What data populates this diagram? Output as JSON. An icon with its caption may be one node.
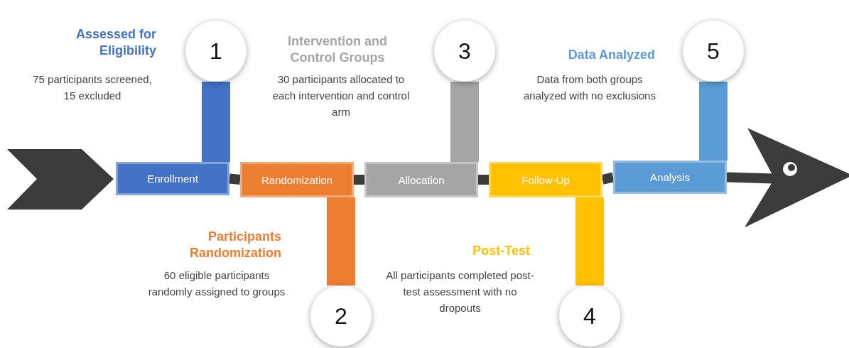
{
  "diagram": {
    "nodes": [
      {
        "text": [
          "Enrollment"
        ]
      },
      {
        "text": [
          "Randomization"
        ]
      },
      {
        "text": [
          "Allocation"
        ]
      },
      {
        "text": [
          "Follow-Up"
        ]
      },
      {
        "text": [
          "Analysis"
        ]
      },
      {
        "text": [
          "1"
        ],
        "beside": [
          "Assessed for Eligibility",
          "75 participants screened, 15 excluded"
        ]
      },
      {
        "text": [
          "2"
        ],
        "beside": [
          "Participants Randomization",
          "60 eligible participants randomly assigned to groups"
        ]
      },
      {
        "text": [
          "3"
        ],
        "beside": [
          "Intervention and Control Groups",
          "30 participants allocated to each intervention and control arm"
        ]
      },
      {
        "text": [
          "4"
        ],
        "beside": [
          "Post-Test",
          "All participants completed post-test assessment with no dropouts"
        ]
      },
      {
        "text": [
          "5"
        ],
        "beside": [
          "Data Analyzed",
          "Data from both groups analyzed with no exclusions"
        ]
      }
    ],
    "edges": [
      {
        "from": 0,
        "to": 1,
        "arrow": "none"
      },
      {
        "from": 1,
        "to": 2,
        "arrow": "none"
      },
      {
        "from": 2,
        "to": 3,
        "arrow": "none"
      },
      {
        "from": 3,
        "to": 4,
        "arrow": "none"
      },
      {
        "from": 4,
        "to": null,
        "arrow": "to"
      },
      {
        "from": 0,
        "to": 5,
        "arrow": "none",
        "style": "thick",
        "color": "#4472c4"
      },
      {
        "from": 1,
        "to": 6,
        "arrow": "none",
        "style": "thick",
        "color": "#ed7d31"
      },
      {
        "from": 2,
        "to": 7,
        "arrow": "none",
        "style": "thick",
        "color": "#a5a5a5"
      },
      {
        "from": 3,
        "to": 8,
        "arrow": "none",
        "style": "thick",
        "color": "#ffc000"
      },
      {
        "from": 4,
        "to": 9,
        "arrow": "none",
        "style": "thick",
        "color": "#5b9bd5"
      }
    ]
  }
}
